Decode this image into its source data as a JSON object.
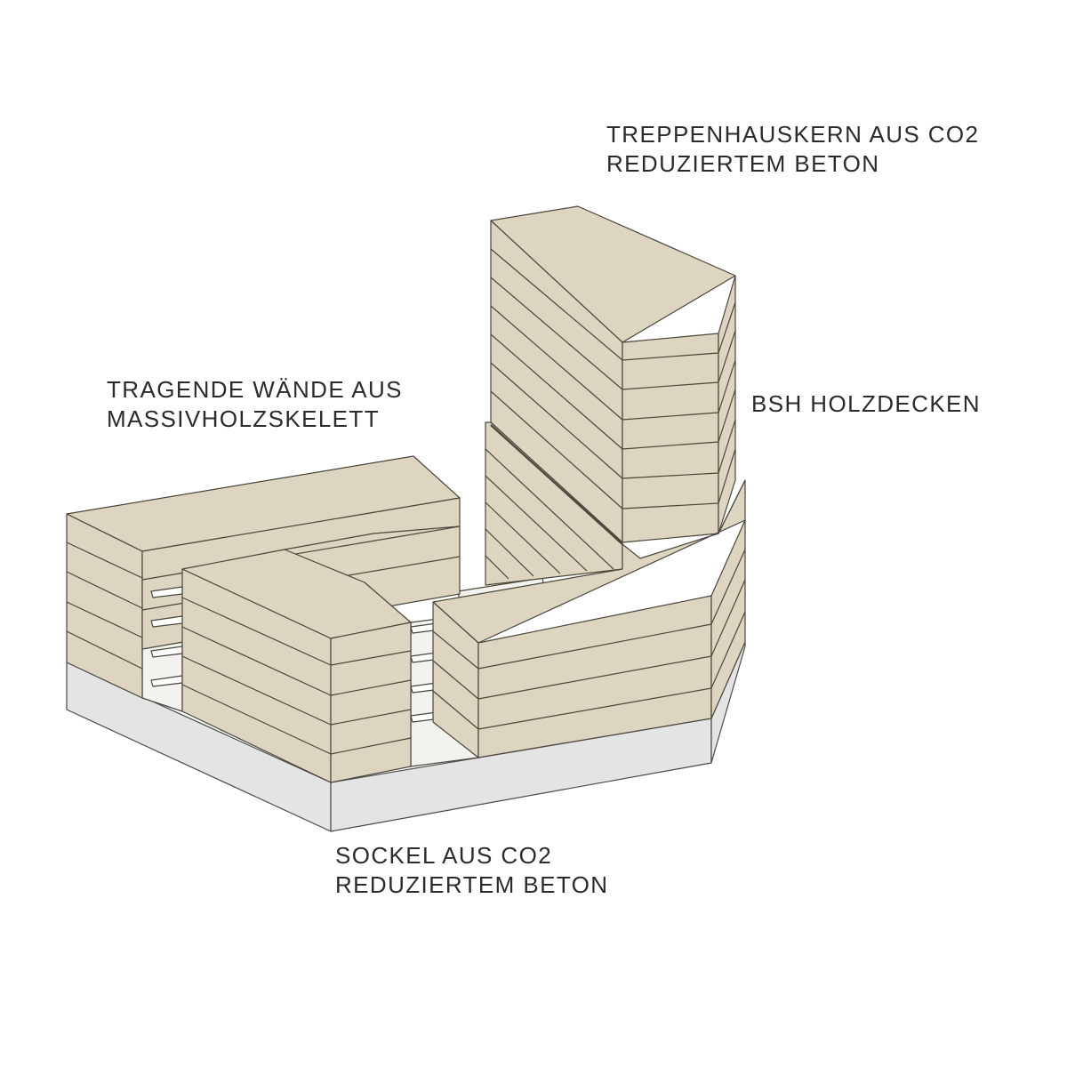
{
  "labels": {
    "core": {
      "line1": "TREPPENHAUSKERN AUS CO2",
      "line2": "REDUZIERTEM BETON"
    },
    "walls": {
      "line1": "TRAGENDE WÄNDE AUS",
      "line2": "MASSIVHOLZSKELETT"
    },
    "ceiling": {
      "line1": "BSH HOLZDECKEN"
    },
    "base": {
      "line1": "SOCKEL AUS CO2",
      "line2": "REDUZIERTEM BETON"
    }
  },
  "colors": {
    "timber_fill": "#ddd5bf",
    "timber_line": "#4a463c",
    "concrete_fill": "#e4e4e4",
    "concrete_line": "#4a4a4a",
    "gap_fill": "#f2f2ee",
    "text": "#2b2b2b"
  }
}
